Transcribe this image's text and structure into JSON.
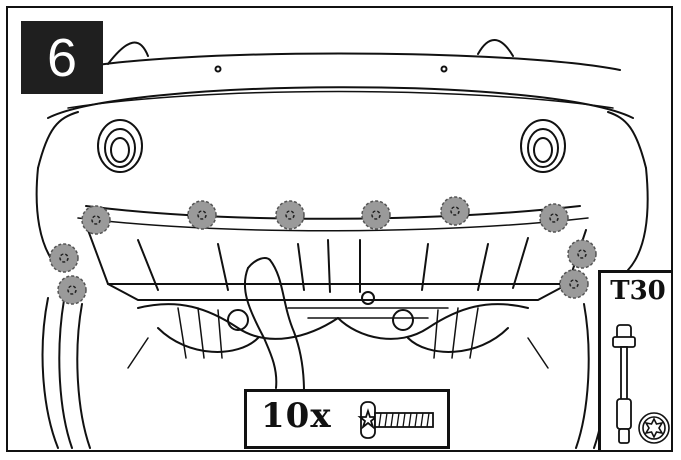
{
  "step": {
    "number": "6"
  },
  "fasteners": {
    "quantity_label": "10x",
    "screw_icon": "torx-screw-icon",
    "marked_count": 10
  },
  "tool": {
    "label": "T30",
    "icon": "torx-socket-wrench-icon",
    "bit_icon": "torx-star-icon"
  },
  "colors": {
    "ink": "#111111",
    "marker": "#9a9a9a",
    "badge": "#1f1f1f"
  }
}
